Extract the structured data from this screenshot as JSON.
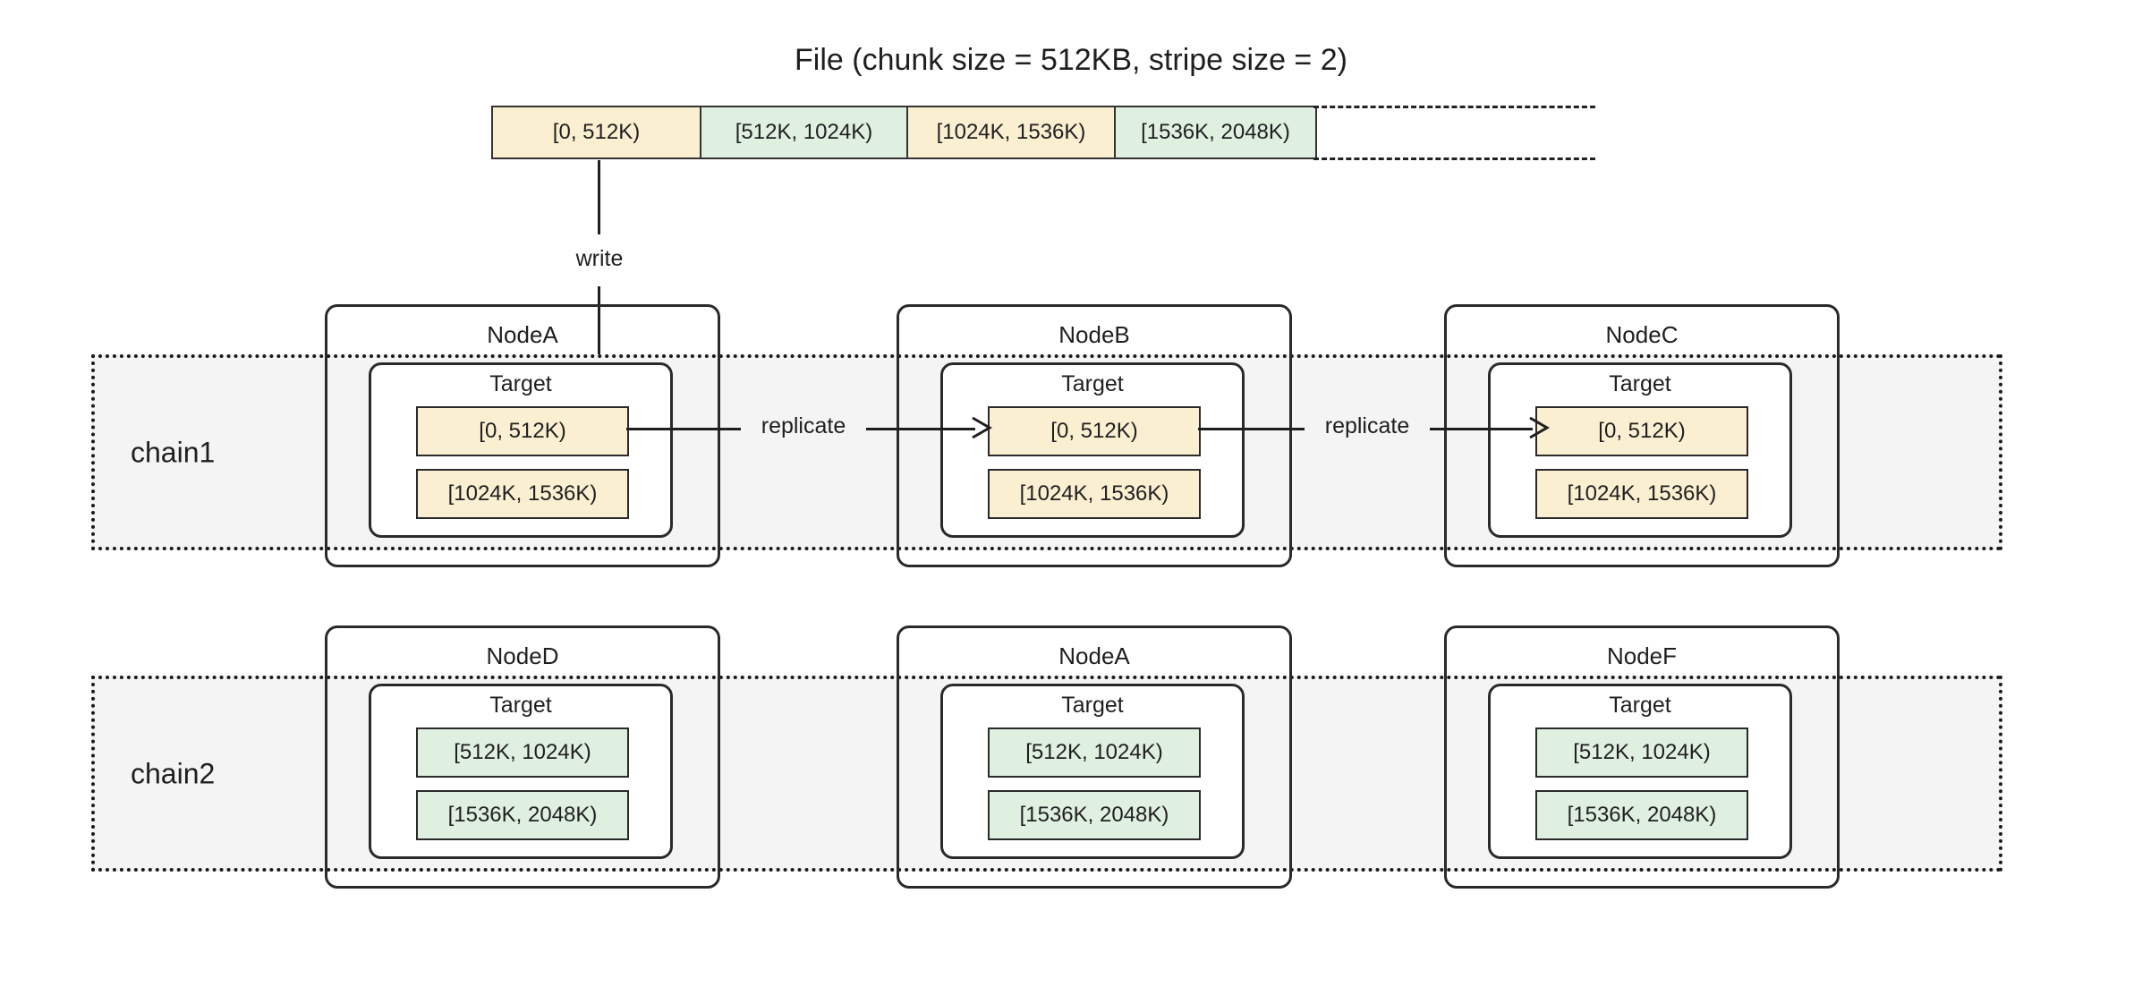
{
  "title": "File (chunk size = 512KB, stripe size = 2)",
  "file_strip": {
    "chunks": [
      {
        "label": "[0, 512K)",
        "color": "#FBEFD2"
      },
      {
        "label": "[512K, 1024K)",
        "color": "#DFF0E1"
      },
      {
        "label": "[1024K, 1536K)",
        "color": "#FBEFD2"
      },
      {
        "label": "[1536K, 2048K)",
        "color": "#DFF0E1"
      }
    ],
    "continuation": "dashed"
  },
  "write_arrow": {
    "label": "write"
  },
  "replicate_arrows": [
    {
      "label": "replicate"
    },
    {
      "label": "replicate"
    }
  ],
  "target_label": "Target",
  "chains": [
    {
      "name": "chain1",
      "nodes": [
        {
          "name": "NodeA",
          "target": "Target",
          "chunks": [
            {
              "label": "[0, 512K)",
              "color": "#FBEFD2"
            },
            {
              "label": "[1024K, 1536K)",
              "color": "#FBEFD2"
            }
          ]
        },
        {
          "name": "NodeB",
          "target": "Target",
          "chunks": [
            {
              "label": "[0, 512K)",
              "color": "#FBEFD2"
            },
            {
              "label": "[1024K, 1536K)",
              "color": "#FBEFD2"
            }
          ]
        },
        {
          "name": "NodeC",
          "target": "Target",
          "chunks": [
            {
              "label": "[0, 512K)",
              "color": "#FBEFD2"
            },
            {
              "label": "[1024K, 1536K)",
              "color": "#FBEFD2"
            }
          ]
        }
      ]
    },
    {
      "name": "chain2",
      "nodes": [
        {
          "name": "NodeD",
          "target": "Target",
          "chunks": [
            {
              "label": "[512K, 1024K)",
              "color": "#DFF0E1"
            },
            {
              "label": "[1536K, 2048K)",
              "color": "#DFF0E1"
            }
          ]
        },
        {
          "name": "NodeA",
          "target": "Target",
          "chunks": [
            {
              "label": "[512K, 1024K)",
              "color": "#DFF0E1"
            },
            {
              "label": "[1536K, 2048K)",
              "color": "#DFF0E1"
            }
          ]
        },
        {
          "name": "NodeF",
          "target": "Target",
          "chunks": [
            {
              "label": "[512K, 1024K)",
              "color": "#DFF0E1"
            },
            {
              "label": "[1536K, 2048K)",
              "color": "#DFF0E1"
            }
          ]
        }
      ]
    }
  ],
  "colors": {
    "yellow_chunk": "#FBEFD2",
    "green_chunk": "#DFF0E1",
    "band_background": "#F4F4F4",
    "stroke": "#2a2a2a"
  }
}
